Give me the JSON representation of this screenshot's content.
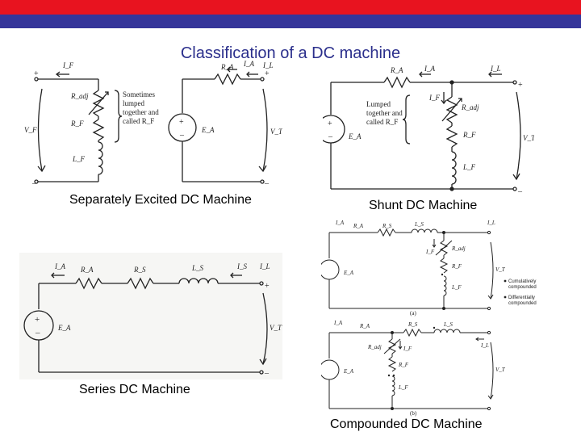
{
  "title": "Classification of a DC machine",
  "captions": {
    "separately": "Separately Excited DC Machine",
    "shunt": "Shunt DC Machine",
    "series": "Series DC Machine",
    "compounded": "Compounded  DC Machine"
  },
  "colors": {
    "top_bar": "#e8131f",
    "blue_bar": "#35359a",
    "title": "#2b2f8c"
  },
  "separately": {
    "field": {
      "i_f": "I_F",
      "v_f": "V_F",
      "r_adj": "R_adj",
      "r_f": "R_F",
      "l_f": "L_F",
      "note": [
        "Sometimes",
        "lumped",
        "together and",
        "called R_F"
      ]
    },
    "armature": {
      "r_a": "R_A",
      "i_a": "I_A",
      "i_l": "I_L",
      "e_a": "E_A",
      "v_t": "V_T"
    }
  },
  "shunt": {
    "r_a": "R_A",
    "i_a": "I_A",
    "i_l": "I_L",
    "i_f": "I_F",
    "r_adj": "R_adj",
    "r_f": "R_F",
    "l_f": "L_F",
    "e_a": "E_A",
    "v_t": "V_T",
    "note": [
      "Lumped",
      "together and",
      "called R_F"
    ]
  },
  "series": {
    "i_a": "I_A",
    "r_a": "R_A",
    "r_s": "R_S",
    "l_s": "L_S",
    "i_s": "I_S",
    "i_l": "I_L",
    "e_a": "E_A",
    "v_t": "V_T"
  },
  "compounded": {
    "a": {
      "i_a": "I_A",
      "r_a": "R_A",
      "r_s": "R_S",
      "l_s": "L_S",
      "i_l": "I_L",
      "i_f": "I_F",
      "r_adj": "R_adj",
      "r_f": "R_F",
      "l_f": "L_F",
      "e_a": "E_A",
      "v_t": "V_T",
      "label": "(a)",
      "legend": [
        "Cumulatively",
        "compounded",
        "Differentially",
        "compounded"
      ]
    },
    "b": {
      "i_a": "I_A",
      "r_a": "R_A",
      "r_s": "R_S",
      "l_s": "L_S",
      "i_l": "I_L",
      "i_f": "I_F",
      "r_adj": "R_adj",
      "r_f": "R_F",
      "l_f": "L_F",
      "e_a": "E_A",
      "v_t": "V_T",
      "label": "(b)"
    }
  }
}
